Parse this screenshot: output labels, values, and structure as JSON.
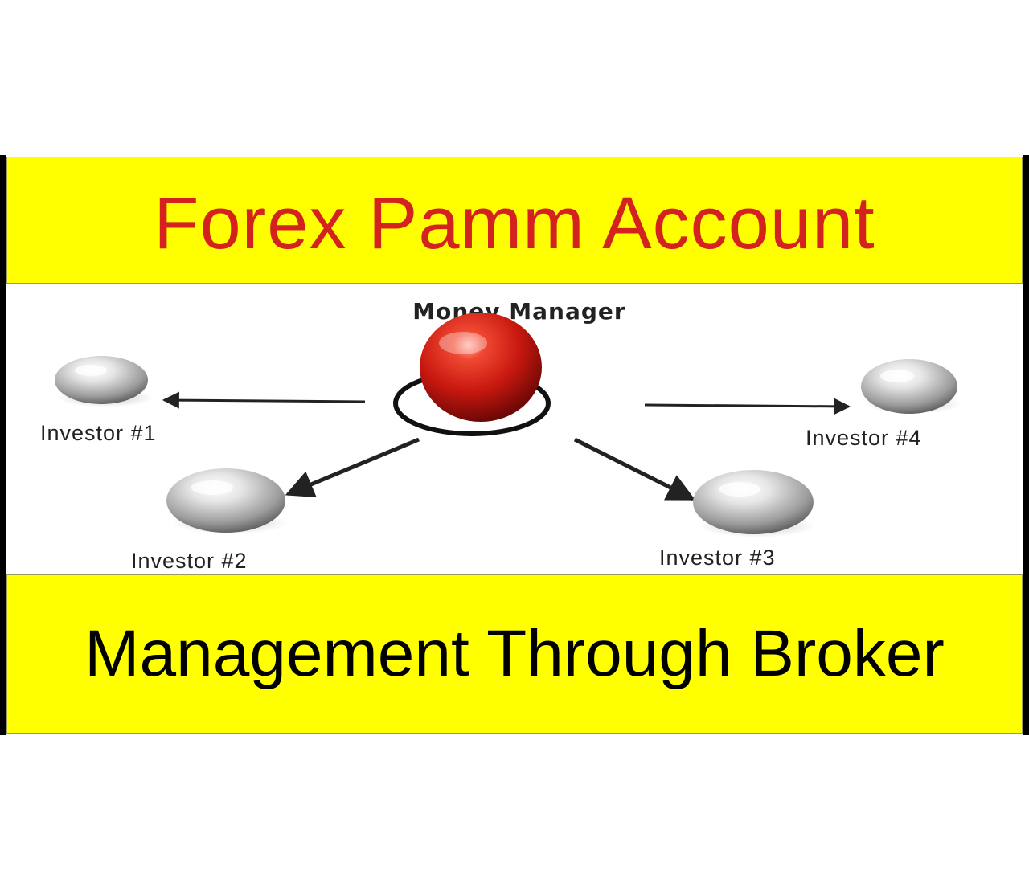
{
  "colors": {
    "banner_bg": "#ffff00",
    "title_top": "#d4231e",
    "title_bottom": "#000000",
    "manager": "#d42a1c",
    "investor": "#c8c8c8",
    "arrow": "#222222"
  },
  "banner_top": {
    "text": "Forex Pamm Account"
  },
  "banner_bottom": {
    "text": "Management Through Broker"
  },
  "diagram": {
    "manager": {
      "label": "Money Manager"
    },
    "investors": [
      {
        "id": "1",
        "label": "Investor #1"
      },
      {
        "id": "2",
        "label": "Investor #2"
      },
      {
        "id": "3",
        "label": "Investor #3"
      },
      {
        "id": "4",
        "label": "Investor #4"
      }
    ]
  }
}
